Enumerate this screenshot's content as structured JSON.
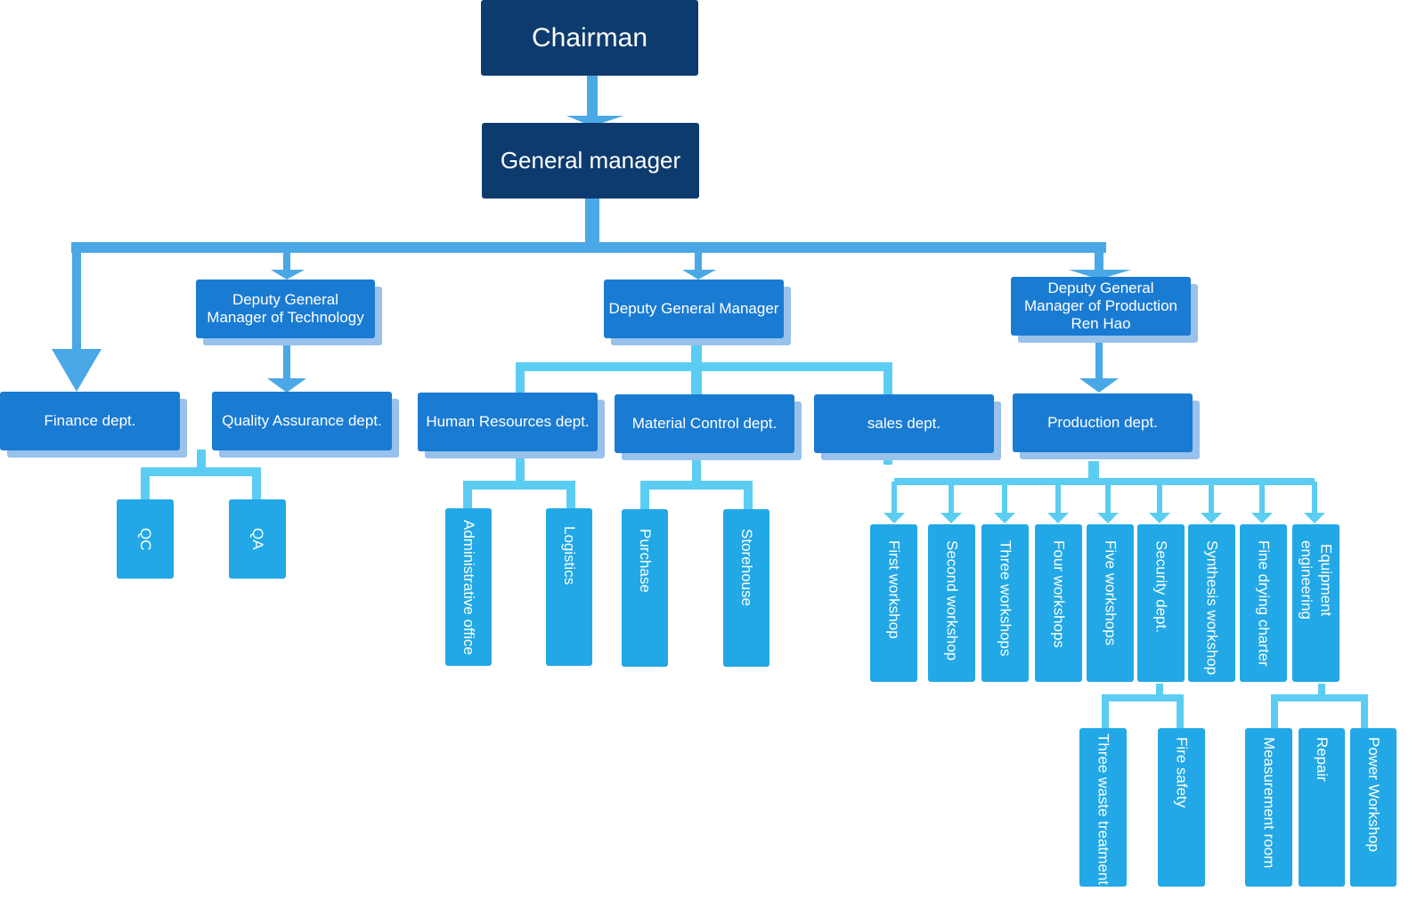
{
  "top": {
    "chairman": "Chairman",
    "general_manager": "General manager"
  },
  "managers": {
    "technology": "Deputy General\nManager of Technology",
    "deputy": "Deputy General Manager",
    "production": "Deputy General\nManager of Production\nRen Hao"
  },
  "departments": {
    "finance": "Finance dept.",
    "quality_assurance": "Quality Assurance dept.",
    "human_resources": "Human Resources dept.",
    "material_control": "Material Control dept.",
    "sales": "sales dept.",
    "production": "Production dept."
  },
  "units": {
    "qc": "QC",
    "qa": "QA",
    "administrative_office": "Administrative office",
    "logistics": "Logistics",
    "purchase": "Purchase",
    "storehouse": "Storehouse",
    "first_workshop": "First workshop",
    "second_workshop": "Second workshop",
    "three_workshops": "Three workshops",
    "four_workshops": "Four workshops",
    "five_workshops": "Five workshops",
    "security_dept": "Security dept.",
    "synthesis_workshop": "Synthesis workshop",
    "fine_drying_charter": "Fine drying charter",
    "equipment_engineering": "Equipment\nengineering",
    "three_waste_treatment": "Three waste treatment",
    "fire_safety": "Fire safety",
    "measurement_room": "Measurement room",
    "repair": "Repair",
    "power_workshop": "Power Workshop"
  },
  "colors": {
    "dark_node": "#0d3b6e",
    "mid_node": "#1a7bd2",
    "leaf_node": "#22a8e6",
    "main_connector": "#4aa8e6",
    "light_connector": "#5ccdf2"
  }
}
